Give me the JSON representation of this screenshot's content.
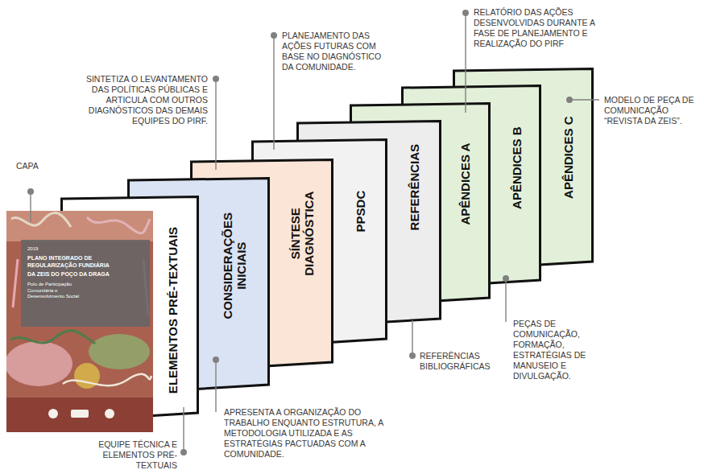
{
  "diagram": {
    "nodes": [
      {
        "text": [
          "2019",
          "PLANO INTEGRADO DE REGULARIZAÇÃO FUNDIÁRIA",
          "DA ZEIS DO POÇO DA DRAGA",
          "Polo de Participação Comunitária e Desenvolvimento Social"
        ]
      },
      {
        "text": [
          "ELEMENTOS PRÉ-TEXTUAIS"
        ]
      },
      {
        "text": [
          "CONSIDERAÇÕES INICIAIS"
        ]
      },
      {
        "text": [
          "SÍNTESE DIAGNÓSTICA"
        ]
      },
      {
        "text": [
          "PPSDC"
        ]
      },
      {
        "text": [
          "REFERÊNCIAS"
        ]
      },
      {
        "text": [
          "APÊNDICES A"
        ]
      },
      {
        "text": [
          "APÊNDICES B"
        ]
      },
      {
        "text": [
          "APÊNDICES C"
        ]
      }
    ],
    "labels": [
      "CAPA",
      "SINTETIZA O LEVANTAMENTO DAS POLÍTICAS PÚBLICAS E ARTICULA COM OUTROS DIAGNÓSTICOS DAS DEMAIS EQUIPES DO PIRF.",
      "PLANEJAMENTO DAS AÇÕES FUTURAS COM BASE NO DIAGNÓSTICO DA COMUNIDADE.",
      "RELATÓRIO DAS AÇÕES DESENVOLVIDAS DURANTE A FASE DE PLANEJAMENTO E REALIZAÇÃO DO PIRF",
      "MODELO DE PEÇA DE COMUNICAÇÃO “REVISTA DA ZEIS”.",
      "EQUIPE TÉCNICA E ELEMENTOS PRÉ-TEXTUAIS",
      "APRESENTA A ORGANIZAÇÃO DO TRABALHO ENQUANTO ESTRUTURA, A METODOLOGIA UTILIZADA E AS ESTRATÉGIAS PACTUADAS COM A COMUNIDADE.",
      "REFERÊNCIAS BIBLIOGRÁFICAS",
      "PEÇAS DE COMUNICAÇÃO, FORMAÇÃO, ESTRATÉGIAS DE MANUSEIO E DIVULGAÇÃO."
    ]
  }
}
